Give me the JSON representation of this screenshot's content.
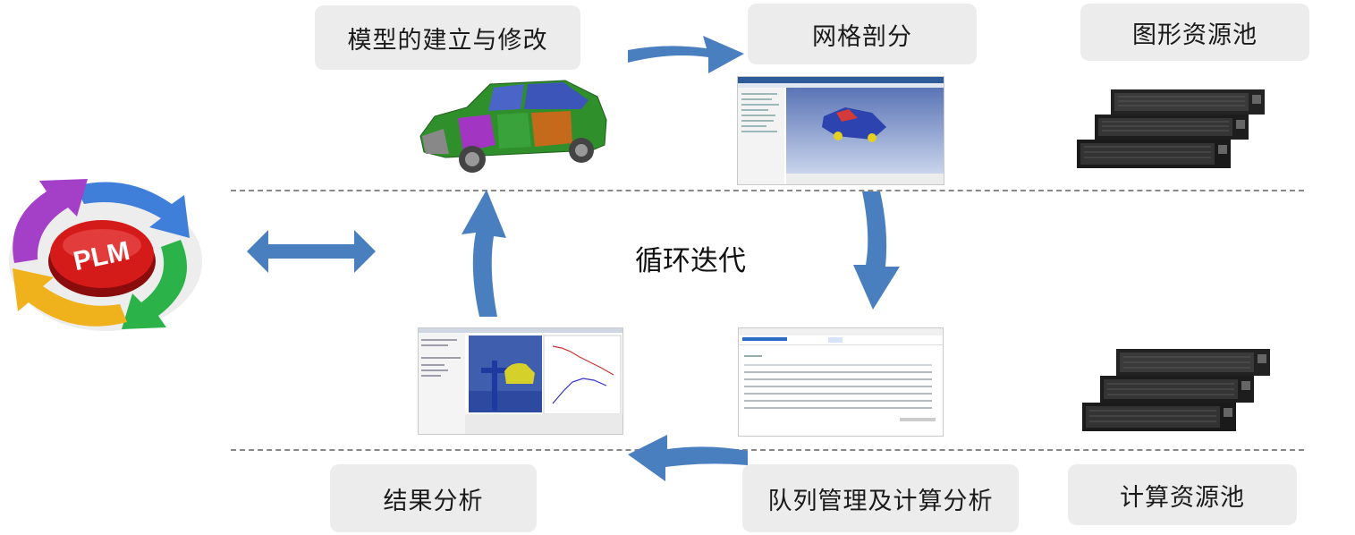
{
  "boxes": {
    "model": "模型的建立与修改",
    "mesh": "网格剖分",
    "graphics_pool": "图形资源池",
    "results": "结果分析",
    "queue": "队列管理及计算分析",
    "compute_pool": "计算资源池"
  },
  "center_label": "循环迭代",
  "plm_logo": "PLM",
  "colors": {
    "arrow": "#4a7fbf",
    "box_bg": "#ececec",
    "plm_red": "#d51a1a",
    "ring_blue": "#3f7fd9",
    "ring_green": "#2bb34a",
    "ring_yellow": "#f0b21c",
    "ring_purple": "#a43fc8"
  }
}
